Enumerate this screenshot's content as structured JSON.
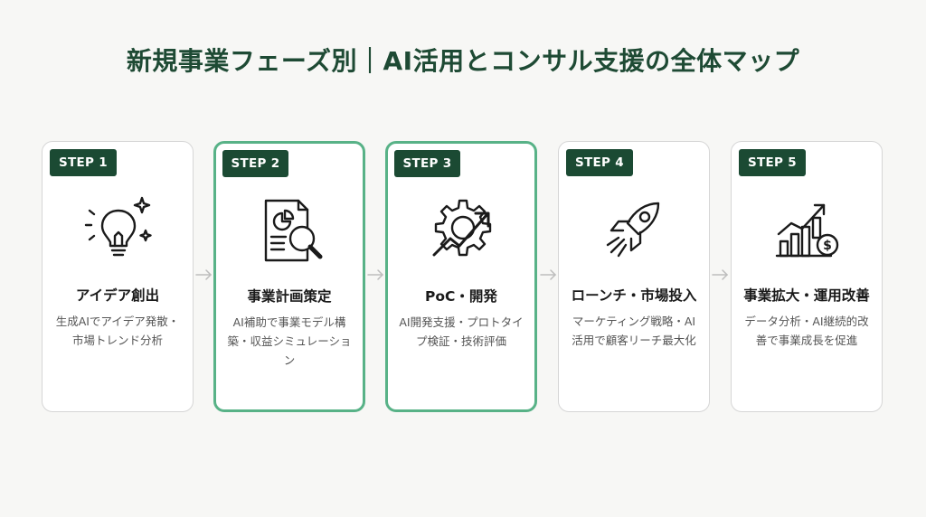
{
  "title": "新規事業フェーズ別｜AI活用とコンサル支援の全体マップ",
  "steps": [
    {
      "badge": "STEP 1",
      "title": "アイデア創出",
      "desc": "生成AIでアイデア発散・市場トレンド分析",
      "icon": "lightbulb-icon",
      "highlighted": false
    },
    {
      "badge": "STEP 2",
      "title": "事業計画策定",
      "desc": "AI補助で事業モデル構築・収益シミュレーション",
      "icon": "document-magnifier-icon",
      "highlighted": true
    },
    {
      "badge": "STEP 3",
      "title": "PoC・開発",
      "desc": "AI開発支援・プロトタイプ検証・技術評価",
      "icon": "gear-arrow-icon",
      "highlighted": true
    },
    {
      "badge": "STEP 4",
      "title": "ローンチ・市場投入",
      "desc": "マーケティング戦略・AI活用で顧客リーチ最大化",
      "icon": "rocket-icon",
      "highlighted": false
    },
    {
      "badge": "STEP 5",
      "title": "事業拡大・運用改善",
      "desc": "データ分析・AI継続的改善で事業成長を促進",
      "icon": "growth-chart-icon",
      "highlighted": false
    }
  ],
  "colors": {
    "accent": "#1b4a33",
    "highlight_border": "#58b287",
    "title": "#1e4a34"
  }
}
